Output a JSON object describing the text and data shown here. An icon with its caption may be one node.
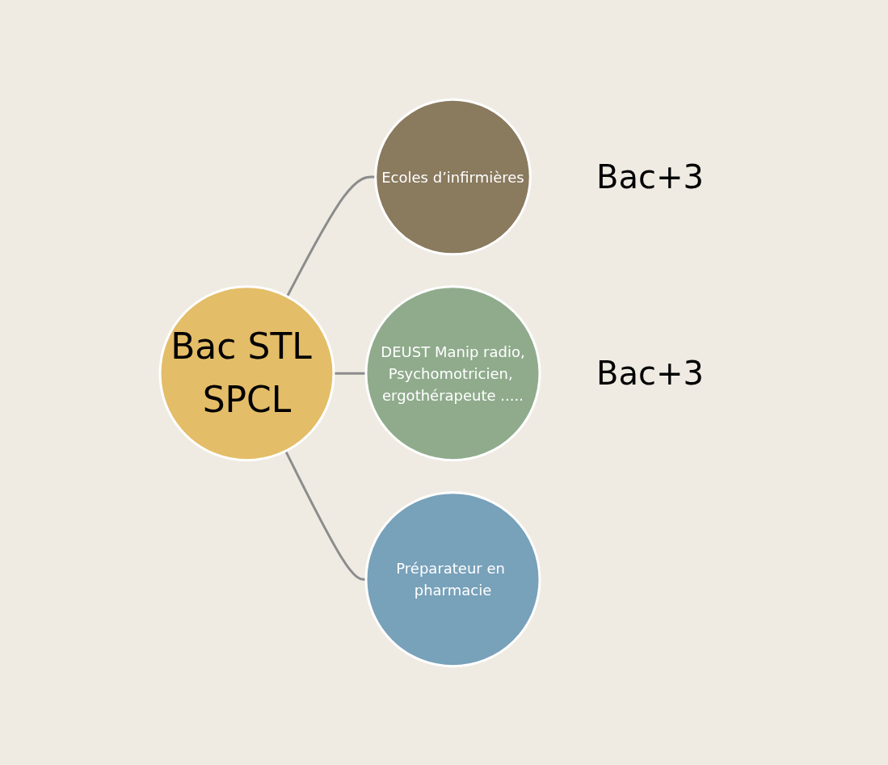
{
  "diagram": {
    "nodes": [
      {
        "text": [
          "Bac STL SPCL"
        ]
      },
      {
        "text": [
          "Ecoles d’infirmières"
        ],
        "beside": [
          "Bac+3"
        ]
      },
      {
        "text": [
          "DEUST Manip radio,",
          "Psychomotricien, ergothérapeute ....."
        ],
        "beside": [
          "Bac+3"
        ]
      },
      {
        "text": [
          "Préparateur en pharmacie"
        ]
      }
    ],
    "edges": [
      {
        "from": 0,
        "to": 1,
        "arrow": "none"
      },
      {
        "from": 0,
        "to": 2,
        "arrow": "none"
      },
      {
        "from": 0,
        "to": 3,
        "arrow": "none"
      }
    ]
  }
}
